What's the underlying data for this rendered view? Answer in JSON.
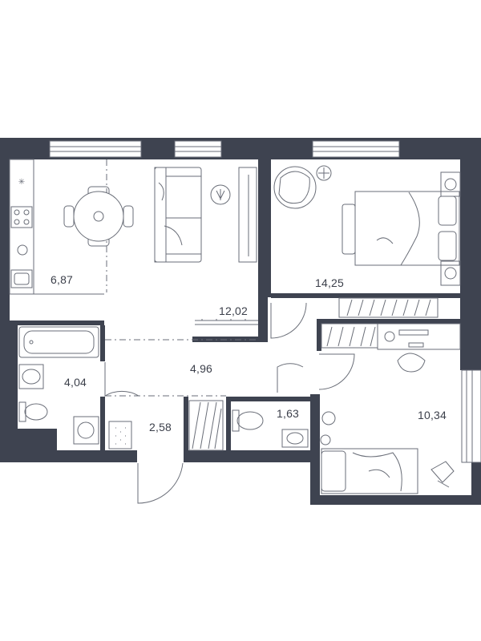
{
  "rooms": {
    "kitchen": {
      "area": "6,87"
    },
    "living": {
      "area": "12,02"
    },
    "bedroom": {
      "area": "14,25"
    },
    "bath": {
      "area": "4,04"
    },
    "corridor": {
      "area": "4,96"
    },
    "hall": {
      "area": "2,58"
    },
    "wc": {
      "area": "1,63"
    },
    "kids_room": {
      "area": "10,34"
    }
  },
  "colors": {
    "wall": "#3e4350",
    "line": "#6a6e78",
    "text": "#3b3f4a",
    "floor": "#ffffff"
  },
  "icons": [
    "dining-table-icon",
    "sofa-icon",
    "armchair-icon",
    "double-bed-icon",
    "single-bed-icon",
    "bathtub-icon",
    "toilet-icon",
    "sink-icon",
    "washing-machine-icon",
    "stove-icon",
    "desk-icon",
    "wardrobe-icon",
    "door-swing-icon",
    "plant-icon",
    "ball-icon",
    "toy-icon"
  ]
}
